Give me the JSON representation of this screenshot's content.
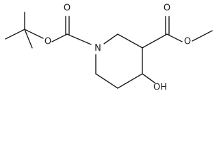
{
  "atoms": {
    "boc_carbamate_ether_oxygen": "O",
    "boc_carbonyl_oxygen": "O",
    "ring_nitrogen": "N",
    "ester_carbonyl_oxygen": "O",
    "ester_methoxy_oxygen": "O",
    "hydroxyl": "OH"
  }
}
